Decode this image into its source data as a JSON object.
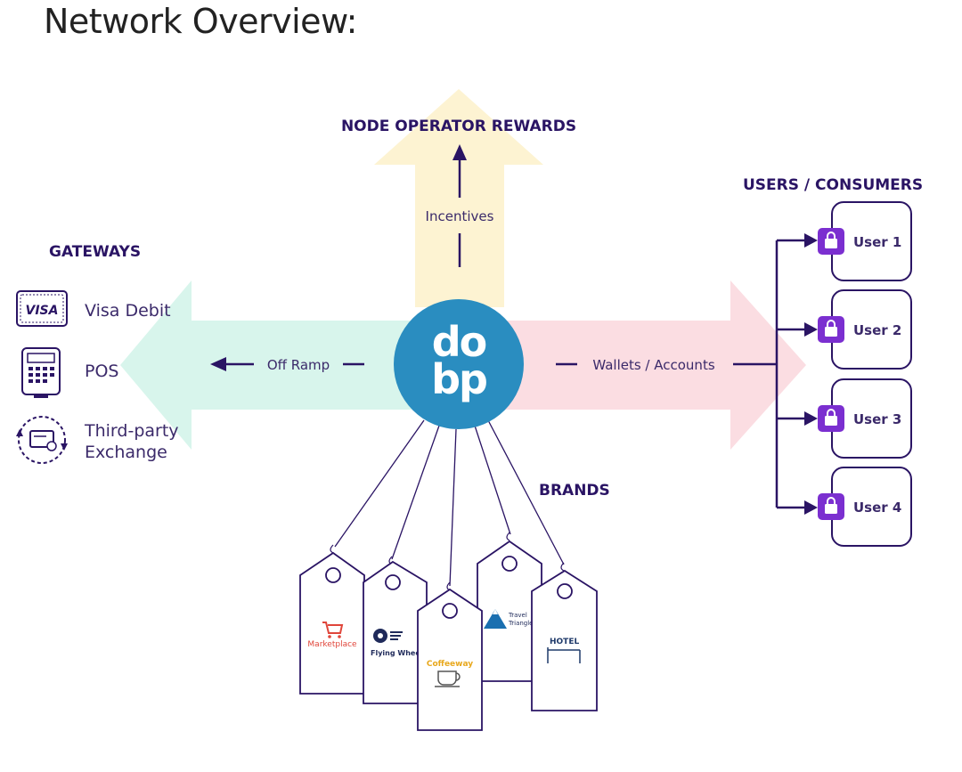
{
  "title": "Network Overview:",
  "center_logo": {
    "line1": "do",
    "line2": "bp",
    "color": "#2a8dc0"
  },
  "colors": {
    "ink": "#2a1464",
    "yellow_arrow": "#fdf3d2",
    "green_arrow": "#d8f5ec",
    "pink_arrow": "#fbdde2",
    "lock": "#7b2fd0"
  },
  "rewards": {
    "heading": "NODE OPERATOR REWARDS",
    "flow_label": "Incentives"
  },
  "gateways": {
    "heading": "GATEWAYS",
    "flow_label": "Off Ramp",
    "items": [
      {
        "icon": "visa-card-icon",
        "badge": "VISA",
        "label": "Visa Debit"
      },
      {
        "icon": "pos-terminal-icon",
        "label": "POS"
      },
      {
        "icon": "exchange-icon",
        "label_line1": "Third-party",
        "label_line2": "Exchange"
      }
    ]
  },
  "consumers": {
    "heading": "USERS / CONSUMERS",
    "flow_label": "Wallets / Accounts",
    "users": [
      "User 1",
      "User 2",
      "User 3",
      "User 4"
    ]
  },
  "brands": {
    "heading": "BRANDS",
    "tags": [
      {
        "name": "Marketplace",
        "icon": "shopping-cart-icon",
        "color": "#e0453a"
      },
      {
        "name": "Flying Whee",
        "icon": "wheel-icon",
        "color": "#1f2a5a"
      },
      {
        "name": "Coffeeway",
        "icon": "coffee-cup-icon",
        "color": "#e8a81c"
      },
      {
        "name_line1": "Travel",
        "name_line2": "Triangle",
        "icon": "mountain-icon",
        "color": "#1a6fb0"
      },
      {
        "name": "HOTEL",
        "icon": "hotel-icon",
        "color": "#1f3a6a"
      }
    ]
  }
}
